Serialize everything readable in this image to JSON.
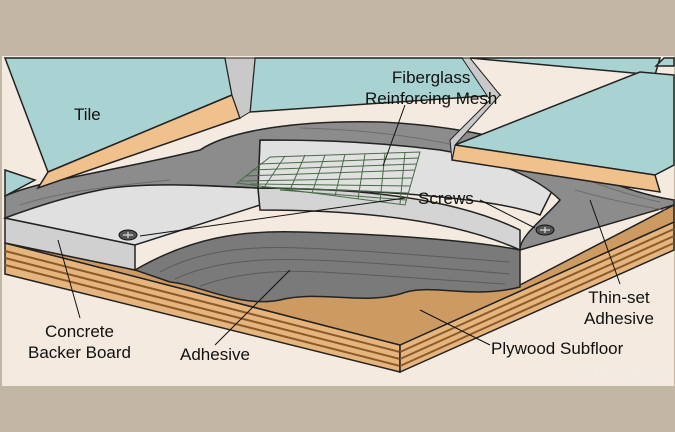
{
  "labels": {
    "tile": "Tile",
    "mesh_line1": "Fiberglass",
    "mesh_line2": "Reinforcing Mesh",
    "screws": "Screws",
    "thinset_line1": "Thin-set",
    "thinset_line2": "Adhesive",
    "backer_line1": "Concrete",
    "backer_line2": "Backer Board",
    "adhesive": "Adhesive",
    "plywood": "Plywood Subfloor"
  },
  "credit": "© HomeTips",
  "colors": {
    "frame": "#c2b6a5",
    "panel": "#f4eadf",
    "tile": "#a9d3d3",
    "tile_edge": "#f0c08d",
    "thinset": "#8c8c8c",
    "backer": "#e0e0e0",
    "mesh": "#4b6b4a",
    "adhesive_gray": "#7a7a7a",
    "plywood_top": "#cd9b62",
    "plywood_layers": "#e6b57d",
    "outline": "#222222"
  }
}
